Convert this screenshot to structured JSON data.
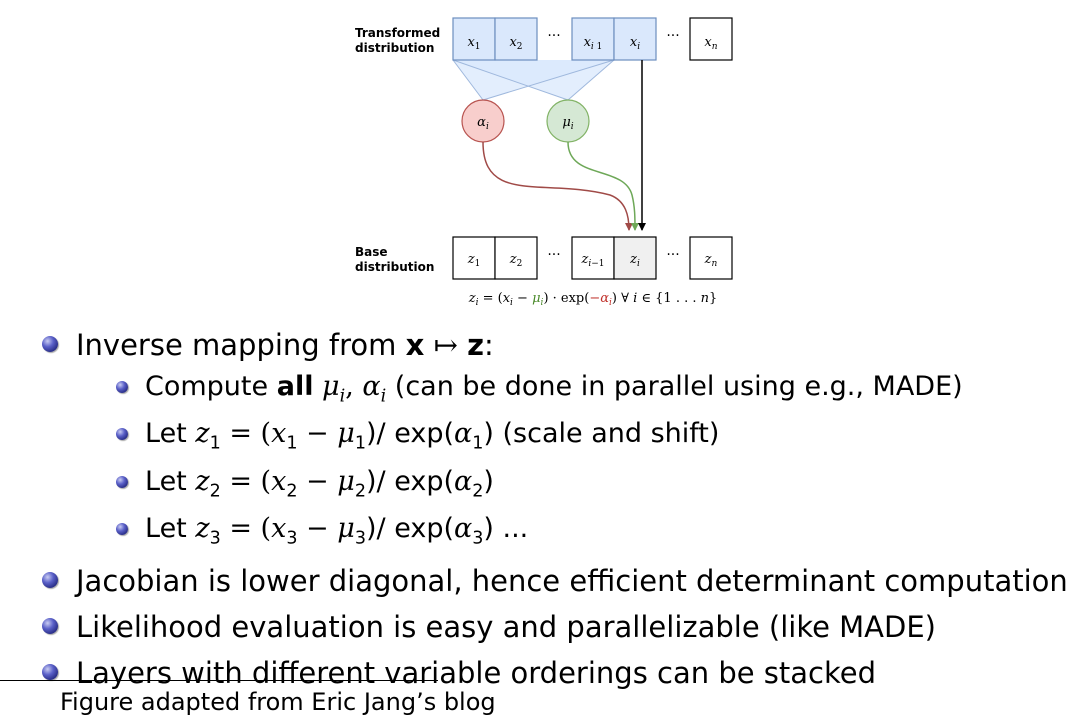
{
  "figure": {
    "top_label_line1": "Transformed",
    "top_label_line2": "distribution",
    "bottom_label_line1": "Base",
    "bottom_label_line2": "distribution",
    "top_cells": [
      "x1",
      "x2",
      "x_{i-1}",
      "x_i",
      "x_n"
    ],
    "bottom_cells": [
      "z1",
      "z2",
      "z_{i-1}",
      "z_i",
      "z_n"
    ],
    "ellipsis": "···",
    "alpha_node": "α",
    "mu_node": "μ",
    "node_sub": "i",
    "colors": {
      "cell_fill": "#dae8fc",
      "cell_stroke": "#6c8ebf",
      "alpha_fill": "#f8cecc",
      "alpha_stroke": "#b85450",
      "mu_fill": "#d5e8d4",
      "mu_stroke": "#82b366",
      "zi_fill": "#f0f0f0",
      "alpha_arrow": "#a04a47",
      "mu_arrow": "#6ea858"
    },
    "formula": {
      "lhs": "z",
      "lhs_sub": "i",
      "eq": " = (",
      "x": "x",
      "x_sub": "i",
      "minus": " − ",
      "mu": "μ",
      "mu_sub": "i",
      "exp": ") · exp(",
      "neg_alpha": "−α",
      "alpha_sub": "i",
      "close": ")",
      "forall": "  ∀ ",
      "i_var": "i",
      "set": " ∈ {1 . . . ",
      "n_var": "n",
      "set_close": "}"
    }
  },
  "bullets": {
    "b1": {
      "prefix": "Inverse mapping from ",
      "x": "x",
      "maps": " ↦ ",
      "z": "z",
      "colon": ":"
    },
    "s1": {
      "pre": "Compute ",
      "bold": "all",
      "mu": " μ",
      "mu_sub": "i",
      "comma": ", ",
      "alpha": "α",
      "alpha_sub": "i",
      "rest": " (can be done in parallel using e.g., MADE)"
    },
    "s2": {
      "let": "Let ",
      "z": "z",
      "sub": "1",
      "eq": " = (",
      "x": "x",
      "minus": " − ",
      "mu": "μ",
      "mid": ")/ exp(",
      "alpha": "α",
      "close": ")",
      "rest": " (scale and shift)"
    },
    "s3": {
      "let": "Let ",
      "z": "z",
      "sub": "2",
      "eq": " = (",
      "x": "x",
      "minus": " − ",
      "mu": "μ",
      "mid": ")/ exp(",
      "alpha": "α",
      "close": ")",
      "rest": ""
    },
    "s4": {
      "let": "Let ",
      "z": "z",
      "sub": "3",
      "eq": " = (",
      "x": "x",
      "minus": " − ",
      "mu": "μ",
      "mid": ")/ exp(",
      "alpha": "α",
      "close": ")",
      "rest": " ..."
    },
    "b2": "Jacobian is lower diagonal, hence efficient determinant computation",
    "b3": "Likelihood evaluation is easy and parallelizable (like MADE)",
    "b4": "Layers with different variable orderings can be stacked"
  },
  "footnote": "Figure adapted from Eric Jang’s blog"
}
